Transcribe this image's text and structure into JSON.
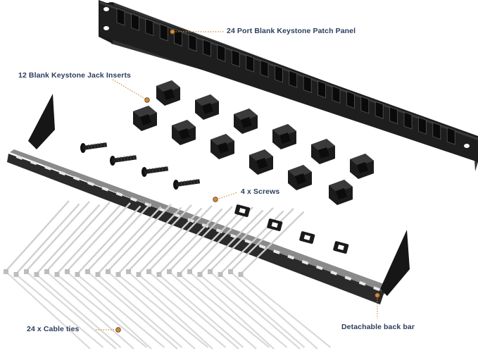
{
  "callouts": {
    "patch_panel": "24 Port Blank Keystone Patch Panel",
    "jack_inserts": "12 Blank Keystone Jack Inserts",
    "screws": "4 x Screws",
    "cable_ties": "24 x Cable ties",
    "back_bar": "Detachable back bar"
  },
  "colors": {
    "label_text": "#2b3e5c",
    "leader_dot": "#d38b3a",
    "hardware": "#1c1c1c",
    "cable_tie": "#d4d4d4"
  }
}
